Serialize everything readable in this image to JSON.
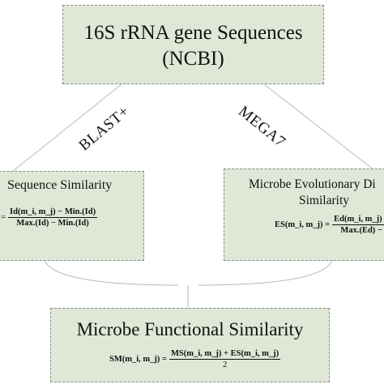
{
  "top_node": {
    "line1": "16S rRNA gene Sequences",
    "line2": "(NCBI)"
  },
  "edges": {
    "left_label": "BLAST+",
    "right_label": "MEGA7"
  },
  "left_node": {
    "title": "Sequence Similarity",
    "formula_lhs": ") =",
    "formula_num": "Id(m_i, m_j) − Min.(Id)",
    "formula_den": "Max.(Id) − Min.(Id)"
  },
  "right_node": {
    "title_line1": "Microbe Evolutionary Di",
    "title_line2": "Similarity",
    "formula_lhs": "ES(m_i, m_j) =",
    "formula_num": "Ed(m_i, m_j) −",
    "formula_den": "Max.(Ed) −"
  },
  "bottom_node": {
    "title": "Microbe Functional Similarity",
    "formula_lhs": "SM(m_i, m_j) =",
    "formula_num": "MS(m_i, m_j) + ES(m_i, m_j)",
    "formula_den": "2"
  },
  "colors": {
    "node_fill": "#dfe8d6",
    "node_border": "#8a8a8a",
    "connector": "#b8b8b8",
    "text": "#111111"
  }
}
